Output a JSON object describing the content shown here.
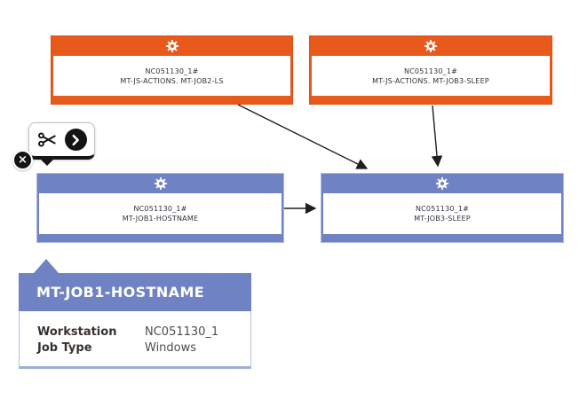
{
  "colors": {
    "node_orange": "#E8591C",
    "node_orange_border": "#DD4E12",
    "node_blue": "#6F83C4",
    "node_blue_border": "#AEB9DC",
    "arrow": "#1f1f1f",
    "node_text": "#32323C",
    "tooltip_header_bg": "#6F83C4",
    "tooltip_header_text": "#FFFFFF"
  },
  "icons": {
    "gear": "gear",
    "cut": "scissors",
    "next": "chevron-right",
    "close": "×"
  },
  "nodes": [
    {
      "id": "mt-job2-ls",
      "color": "orange",
      "line1": "NC051130_1#",
      "line2": "MT-JS-ACTIONS. MT-JOB2-LS"
    },
    {
      "id": "mt-job3-sleep-action",
      "color": "orange",
      "line1": "NC051130_1#",
      "line2": "MT-JS-ACTIONS. MT-JOB3-SLEEP"
    },
    {
      "id": "mt-job1-hostname",
      "color": "blue",
      "line1": "NC051130_1#",
      "line2": "MT-JOB1-HOSTNAME"
    },
    {
      "id": "mt-job3-sleep",
      "color": "blue",
      "line1": "NC051130_1#",
      "line2": "MT-JOB3-SLEEP"
    }
  ],
  "edges": [
    {
      "from": "mt-job2-ls",
      "to": "mt-job3-sleep"
    },
    {
      "from": "mt-job3-sleep-action",
      "to": "mt-job3-sleep"
    },
    {
      "from": "mt-job1-hostname",
      "to": "mt-job3-sleep"
    }
  ],
  "tooltip": {
    "title": "MT-JOB1-HOSTNAME",
    "rows": [
      {
        "label": "Workstation",
        "value": "NC051130_1"
      },
      {
        "label": "Job Type",
        "value": "Windows"
      }
    ]
  }
}
